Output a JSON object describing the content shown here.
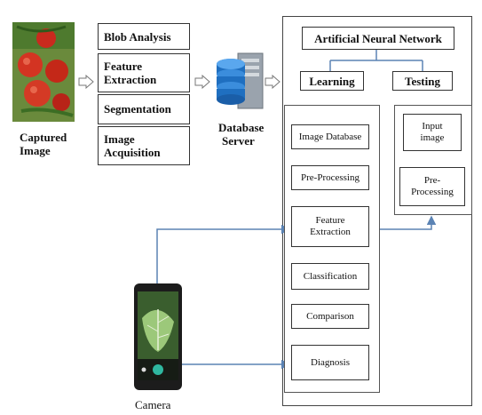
{
  "left": {
    "image_label_line1": "Captured",
    "image_label_line2": "Image"
  },
  "process_steps": {
    "blob": "Blob Analysis",
    "feature_line1": "Feature",
    "feature_line2": "Extraction",
    "segmentation": "Segmentation",
    "acq_line1": "Image",
    "acq_line2": "Acquisition"
  },
  "server": {
    "line1": "Database",
    "line2": "Server"
  },
  "ann": {
    "title": "Artificial Neural Network",
    "learning": "Learning",
    "testing": "Testing",
    "learning_steps": [
      "Image Database",
      "Pre-Processing",
      "Feature",
      "Extraction",
      "Classification",
      "Comparison",
      "Diagnosis"
    ],
    "testing_steps": [
      "Input",
      "image",
      "Pre-",
      "Processing"
    ]
  },
  "camera": {
    "label": "Camera"
  },
  "colors": {
    "arrow_blue": "#5b83b4",
    "box_border": "#333333"
  }
}
